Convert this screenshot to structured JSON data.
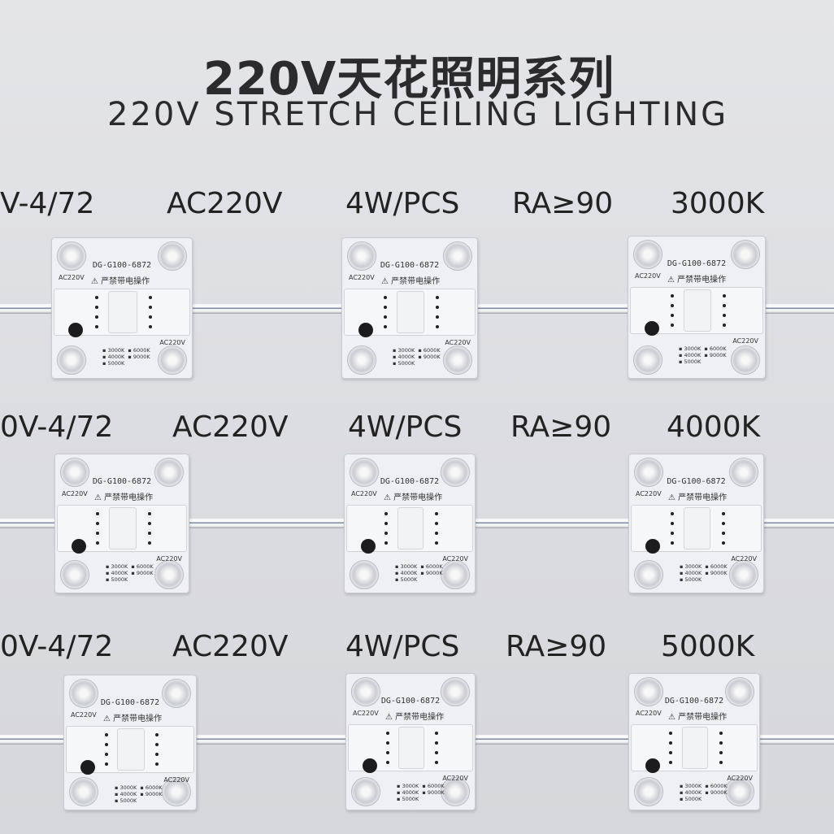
{
  "header": {
    "title_cn": "220V天花照明系列",
    "title_en": "220V STRETCH CEILING LIGHTING"
  },
  "rows": [
    {
      "specs": [
        "V-4/72",
        "AC220V",
        "4W/PCS",
        "RA≥90",
        "3000K"
      ]
    },
    {
      "specs": [
        "0V-4/72",
        "AC220V",
        "4W/PCS",
        "RA≥90",
        "4000K"
      ]
    },
    {
      "specs": [
        "0V-4/72",
        "AC220V",
        "4W/PCS",
        "RA≥90",
        "5000K"
      ]
    }
  ],
  "module": {
    "model": "DG-G100-6872",
    "voltage": "AC220V",
    "warning": "⚠ 严禁带电操作",
    "cct_options": [
      "3000K",
      "6000K",
      "4000K",
      "9000K",
      "5000K"
    ]
  }
}
